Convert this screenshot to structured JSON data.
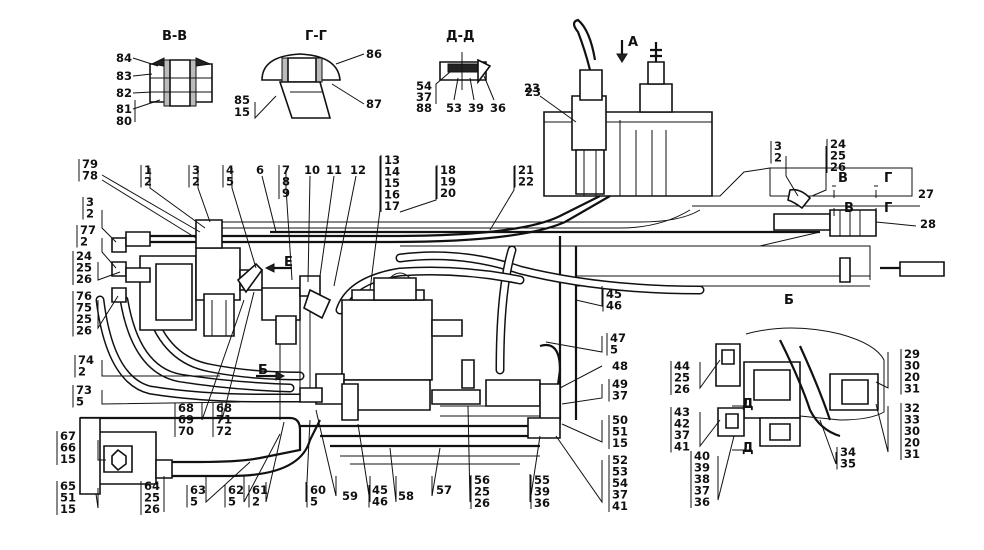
{
  "sections": {
    "vv": {
      "title": "В-В",
      "labels": [
        "84",
        "83",
        "82",
        "81",
        "80"
      ]
    },
    "gg": {
      "title": "Г-Г",
      "labels": [
        "86",
        "85",
        "15",
        "87"
      ]
    },
    "dd": {
      "title": "Д-Д",
      "labels": [
        "54",
        "37",
        "88",
        "53",
        "39",
        "36"
      ]
    },
    "b": {
      "title": "Б"
    }
  },
  "view_markers": {
    "a": "А",
    "e": "Е",
    "b_arrow": "Б",
    "v1": "В",
    "v2": "В",
    "g1": "Г",
    "g2": "Г",
    "d1": "Д",
    "d2": "Д"
  },
  "callouts": {
    "c_79_78": [
      "79",
      "78"
    ],
    "c_1_2": [
      "1",
      "2"
    ],
    "c_3_2a": [
      "3",
      "2"
    ],
    "c_4_5": [
      "4",
      "5"
    ],
    "c_6": [
      "6"
    ],
    "c_7_8_9": [
      "7",
      "8",
      "9"
    ],
    "c_10": [
      "10"
    ],
    "c_11": [
      "11"
    ],
    "c_12": [
      "12"
    ],
    "c_13_17": [
      "13",
      "14",
      "15",
      "16",
      "17"
    ],
    "c_18_20": [
      "18",
      "19",
      "20"
    ],
    "c_21_22": [
      "21",
      "22"
    ],
    "c_23": [
      "23"
    ],
    "c_3_2b": [
      "3",
      "2"
    ],
    "c_24_26a": [
      "24",
      "25",
      "26"
    ],
    "c_27": [
      "27"
    ],
    "c_28": [
      "28"
    ],
    "c_3_2c": [
      "3",
      "2"
    ],
    "c_77_2": [
      "77",
      "2"
    ],
    "c_24_26b": [
      "24",
      "25",
      "26"
    ],
    "c_76_26": [
      "76",
      "75",
      "25",
      "26"
    ],
    "c_74_2": [
      "74",
      "2"
    ],
    "c_73_5": [
      "73",
      "5"
    ],
    "c_67_15": [
      "67",
      "66",
      "15"
    ],
    "c_65_15": [
      "65",
      "51",
      "15"
    ],
    "c_64_26": [
      "64",
      "25",
      "26"
    ],
    "c_63_5": [
      "63",
      "5"
    ],
    "c_62_5": [
      "62",
      "5"
    ],
    "c_61_2": [
      "61",
      "2"
    ],
    "c_60_5": [
      "60",
      "5"
    ],
    "c_59": [
      "59"
    ],
    "c_45_46a": [
      "45",
      "46"
    ],
    "c_58": [
      "58"
    ],
    "c_57": [
      "57"
    ],
    "c_56_26": [
      "56",
      "25",
      "26"
    ],
    "c_55_36": [
      "55",
      "39",
      "36"
    ],
    "c_68_70": [
      "68",
      "69",
      "70"
    ],
    "c_68_72": [
      "68",
      "71",
      "72"
    ],
    "c_45_46b": [
      "45",
      "46"
    ],
    "c_47_5": [
      "47",
      "5"
    ],
    "c_48": [
      "48"
    ],
    "c_49_37": [
      "49",
      "37"
    ],
    "c_50_15": [
      "50",
      "51",
      "15"
    ],
    "c_52_41": [
      "52",
      "53",
      "54",
      "37",
      "41"
    ],
    "c_44_26": [
      "44",
      "25",
      "26"
    ],
    "c_43_41": [
      "43",
      "42",
      "37",
      "41"
    ],
    "c_40_36": [
      "40",
      "39",
      "38",
      "37",
      "36"
    ],
    "c_29_31": [
      "29",
      "30",
      "20",
      "31"
    ],
    "c_32_31": [
      "32",
      "33",
      "30",
      "20",
      "31"
    ],
    "c_34_35": [
      "34",
      "35"
    ]
  }
}
